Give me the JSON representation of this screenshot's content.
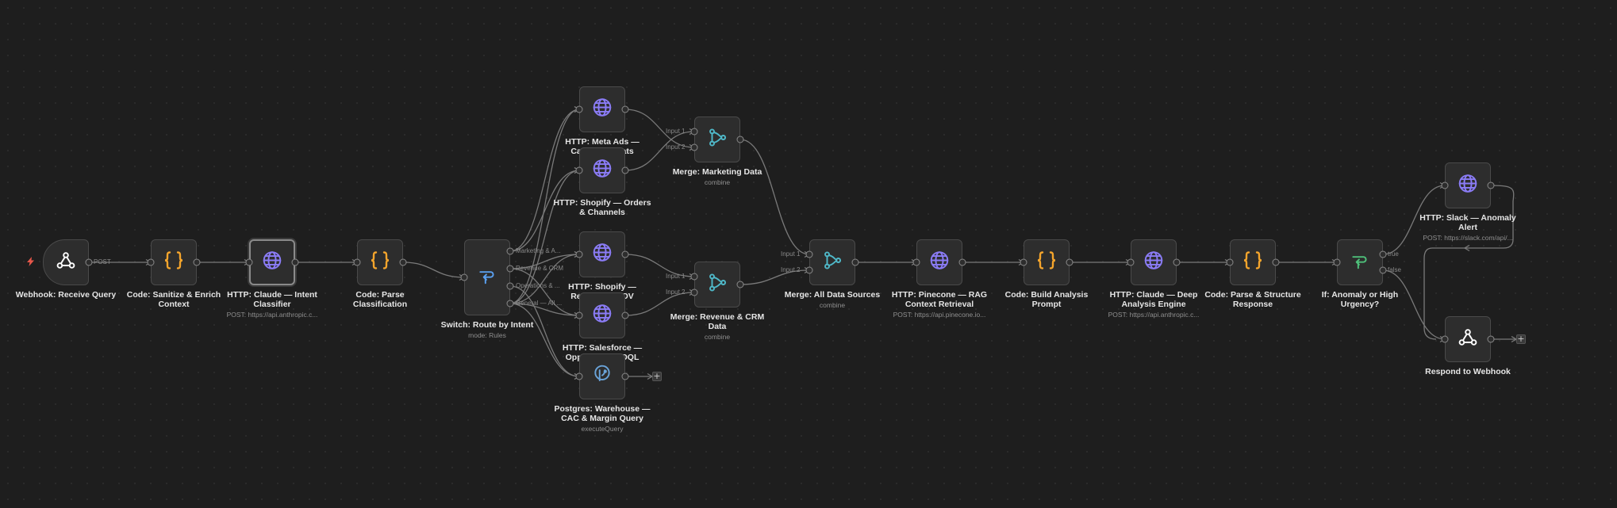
{
  "workflow": {
    "nodes": [
      {
        "id": "webhook",
        "label": "Webhook: Receive Query",
        "sub": "",
        "icon": "webhook-icon",
        "color": "#ffffff",
        "trigger": true
      },
      {
        "id": "sanitize",
        "label": "Code: Sanitize & Enrich Context",
        "sub": "",
        "icon": "code-icon",
        "color": "#f5a52c"
      },
      {
        "id": "intent",
        "label": "HTTP: Claude — Intent Classifier",
        "sub": "POST: https://api.anthropic.c...",
        "icon": "globe-icon",
        "color": "#8b7cf6",
        "selected": true
      },
      {
        "id": "parse_class",
        "label": "Code: Parse Classification",
        "sub": "",
        "icon": "code-icon",
        "color": "#f5a52c"
      },
      {
        "id": "switch",
        "label": "Switch: Route by Intent",
        "sub": "mode: Rules",
        "icon": "switch-icon",
        "color": "#5aa0f0"
      },
      {
        "id": "meta_ads",
        "label": "HTTP: Meta Ads — Campaign Stats",
        "sub": "",
        "icon": "globe-icon",
        "color": "#8b7cf6"
      },
      {
        "id": "shopify_orders",
        "label": "HTTP: Shopify — Orders & Channels",
        "sub": "",
        "icon": "globe-icon",
        "color": "#8b7cf6"
      },
      {
        "id": "shopify_aov",
        "label": "HTTP: Shopify — Revenue & AOV",
        "sub": "",
        "icon": "globe-icon",
        "color": "#8b7cf6"
      },
      {
        "id": "salesforce",
        "label": "HTTP: Salesforce — Opportunity SOQL",
        "sub": "",
        "icon": "globe-icon",
        "color": "#8b7cf6"
      },
      {
        "id": "postgres",
        "label": "Postgres: Warehouse — CAC & Margin Query",
        "sub": "executeQuery",
        "icon": "postgres-icon",
        "color": "#6aa3d8"
      },
      {
        "id": "merge_marketing",
        "label": "Merge: Marketing Data",
        "sub": "combine",
        "icon": "merge-icon",
        "color": "#4fb8c8"
      },
      {
        "id": "merge_revenue",
        "label": "Merge: Revenue & CRM Data",
        "sub": "combine",
        "icon": "merge-icon",
        "color": "#4fb8c8"
      },
      {
        "id": "merge_all",
        "label": "Merge: All Data Sources",
        "sub": "combine",
        "icon": "merge-icon",
        "color": "#4fb8c8"
      },
      {
        "id": "pinecone",
        "label": "HTTP: Pinecone — RAG Context Retrieval",
        "sub": "POST: https://api.pinecone.io...",
        "icon": "globe-icon",
        "color": "#8b7cf6"
      },
      {
        "id": "build_prompt",
        "label": "Code: Build Analysis Prompt",
        "sub": "",
        "icon": "code-icon",
        "color": "#f5a52c"
      },
      {
        "id": "deep_analysis",
        "label": "HTTP: Claude — Deep Analysis Engine",
        "sub": "POST: https://api.anthropic.c...",
        "icon": "globe-icon",
        "color": "#8b7cf6"
      },
      {
        "id": "parse_structure",
        "label": "Code: Parse & Structure Response",
        "sub": "",
        "icon": "code-icon",
        "color": "#f5a52c"
      },
      {
        "id": "if_anomaly",
        "label": "If: Anomaly or High Urgency?",
        "sub": "",
        "icon": "if-icon",
        "color": "#4ec07a"
      },
      {
        "id": "slack",
        "label": "HTTP: Slack — Anomaly Alert",
        "sub": "POST: https://slack.com/api/...",
        "icon": "globe-icon",
        "color": "#8b7cf6"
      },
      {
        "id": "respond",
        "label": "Respond to Webhook",
        "sub": "",
        "icon": "webhook-icon",
        "color": "#ffffff"
      }
    ],
    "webhook_method": "POST",
    "switch_outputs": [
      "Marketing & A...",
      "Revenue & CRM",
      "Operations & ...",
      "General — All ..."
    ],
    "merge_inputs": [
      "Input 1",
      "Input 2"
    ],
    "if_outputs": [
      "true",
      "false"
    ],
    "plus_symbol": "+"
  }
}
